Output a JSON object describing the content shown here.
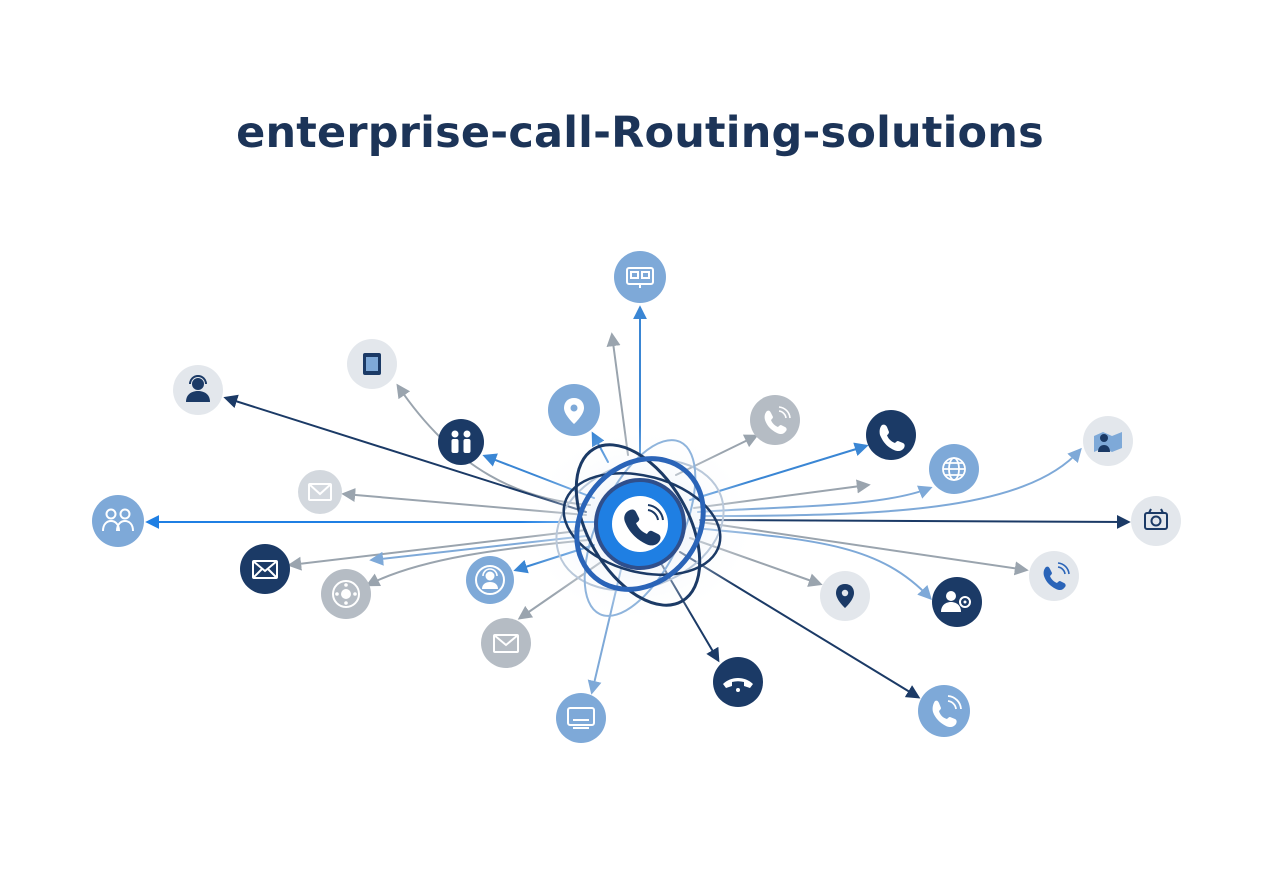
{
  "title": "enterprise-call-Routing-solutions",
  "colors": {
    "navy": "#1b3a66",
    "blue": "#3a86d4",
    "bright_blue": "#1f7fe3",
    "light_blue": "#7ea9d8",
    "gray": "#9aa4ae",
    "pale_gray": "#e3e7ec",
    "title": "#1c3458"
  },
  "hub": {
    "icon": "phone-icon"
  },
  "nodes": [
    {
      "name": "node-pbx-top",
      "icon": "pbx-icon"
    },
    {
      "name": "node-tablet",
      "icon": "tablet-icon"
    },
    {
      "name": "node-agent-left",
      "icon": "agent-icon"
    },
    {
      "name": "node-location-top",
      "icon": "location-pin-icon"
    },
    {
      "name": "node-call-top-right",
      "icon": "phone-signal-icon"
    },
    {
      "name": "node-phone-navy",
      "icon": "phone-icon"
    },
    {
      "name": "node-people",
      "icon": "people-icon"
    },
    {
      "name": "node-globe",
      "icon": "globe-icon"
    },
    {
      "name": "node-map",
      "icon": "map-icon"
    },
    {
      "name": "node-mail-gray",
      "icon": "mail-icon"
    },
    {
      "name": "node-team-left",
      "icon": "team-icon"
    },
    {
      "name": "node-camera",
      "icon": "camera-icon"
    },
    {
      "name": "node-mail-navy",
      "icon": "mail-icon"
    },
    {
      "name": "node-dial",
      "icon": "dial-icon"
    },
    {
      "name": "node-support",
      "icon": "support-icon"
    },
    {
      "name": "node-location-right",
      "icon": "location-pin-icon"
    },
    {
      "name": "node-user-settings",
      "icon": "user-settings-icon"
    },
    {
      "name": "node-call-right",
      "icon": "phone-signal-icon"
    },
    {
      "name": "node-mail-bottom",
      "icon": "mail-icon"
    },
    {
      "name": "node-hangup",
      "icon": "hang-up-icon"
    },
    {
      "name": "node-monitor",
      "icon": "monitor-icon"
    },
    {
      "name": "node-call-bottom-right",
      "icon": "phone-signal-icon"
    }
  ]
}
